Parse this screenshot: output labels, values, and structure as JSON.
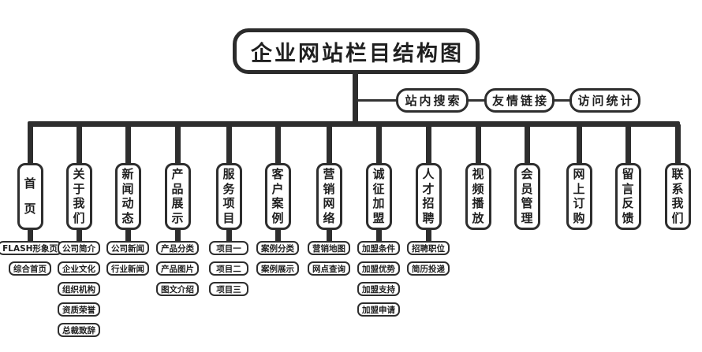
{
  "title": "企业网站栏目结构图",
  "top_links": [
    "站内搜索",
    "友情链接",
    "访问统计"
  ],
  "columns": [
    {
      "label": "首页",
      "children": [
        "FLASH形象页",
        "综合首页"
      ]
    },
    {
      "label": "关于我们",
      "children": [
        "公司简介",
        "企业文化",
        "组织机构",
        "资质荣誉",
        "总裁致辞"
      ]
    },
    {
      "label": "新闻动态",
      "children": [
        "公司新闻",
        "行业新闻"
      ]
    },
    {
      "label": "产品展示",
      "children": [
        "产品分类",
        "产品图片",
        "图文介绍"
      ]
    },
    {
      "label": "服务项目",
      "children": [
        "项目一",
        "项目二",
        "项目三"
      ]
    },
    {
      "label": "客户案例",
      "children": [
        "案例分类",
        "案例展示"
      ]
    },
    {
      "label": "营销网络",
      "children": [
        "营销地图",
        "网点查询"
      ]
    },
    {
      "label": "诚征加盟",
      "children": [
        "加盟条件",
        "加盟优势",
        "加盟支持",
        "加盟申请"
      ]
    },
    {
      "label": "人才招聘",
      "children": [
        "招聘职位",
        "简历投递"
      ]
    },
    {
      "label": "视频播放",
      "children": []
    },
    {
      "label": "会员管理",
      "children": []
    },
    {
      "label": "网上订购",
      "children": []
    },
    {
      "label": "留言反馈",
      "children": []
    },
    {
      "label": "联系我们",
      "children": []
    }
  ],
  "colors": {
    "line": "#2e2e2e",
    "text": "#1f1f1f",
    "background": "#ffffff"
  }
}
